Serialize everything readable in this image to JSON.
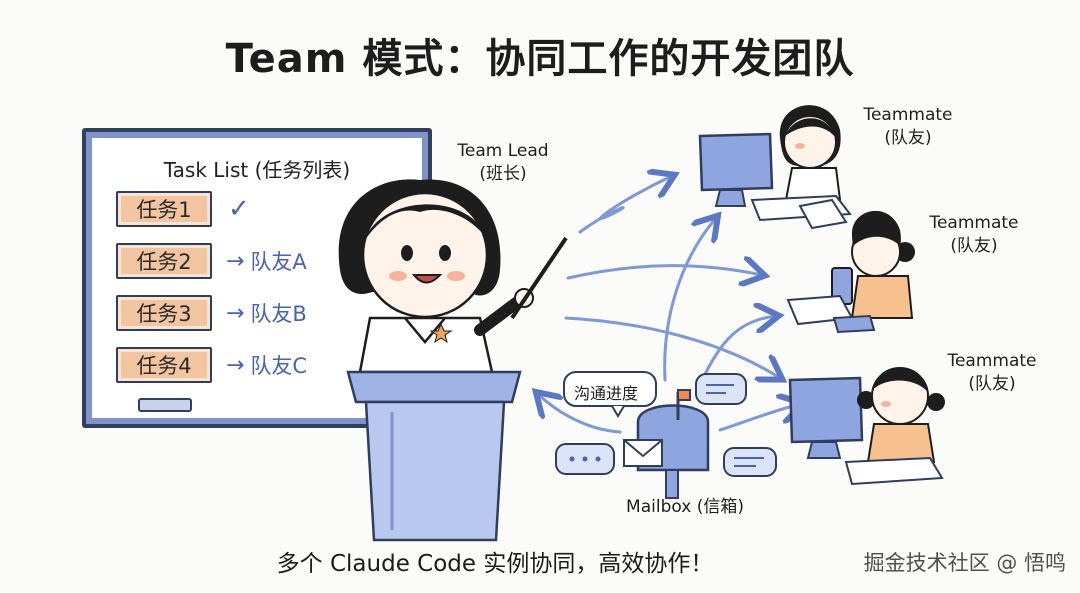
{
  "title": "Team 模式：协同工作的开发团队",
  "task_list": {
    "title": "Task List (任务列表)",
    "tasks": [
      {
        "name": "任务1",
        "status": "✓",
        "assignee": ""
      },
      {
        "name": "任务2",
        "arrow": "→",
        "assignee": "队友A"
      },
      {
        "name": "任务3",
        "arrow": "→",
        "assignee": "队友B"
      },
      {
        "name": "任务4",
        "arrow": "→",
        "assignee": "队友C"
      }
    ]
  },
  "team_lead": {
    "line1": "Team Lead",
    "line2": "(班长)"
  },
  "teammates": [
    {
      "line1": "Teammate",
      "line2": "(队友)"
    },
    {
      "line1": "Teammate",
      "line2": "(队友)"
    },
    {
      "line1": "Teammate",
      "line2": "(队友)"
    }
  ],
  "bubble": {
    "text": "沟通进度"
  },
  "mailbox": {
    "label": "Mailbox (信箱)"
  },
  "caption": "多个 Claude Code 实例协同，高效协作！",
  "watermark": "掘金技术社区 @ 悟鸣",
  "colors": {
    "accent": "#4a62b5",
    "skin": "#f2c5a0",
    "ink": "#2f3d5e"
  }
}
